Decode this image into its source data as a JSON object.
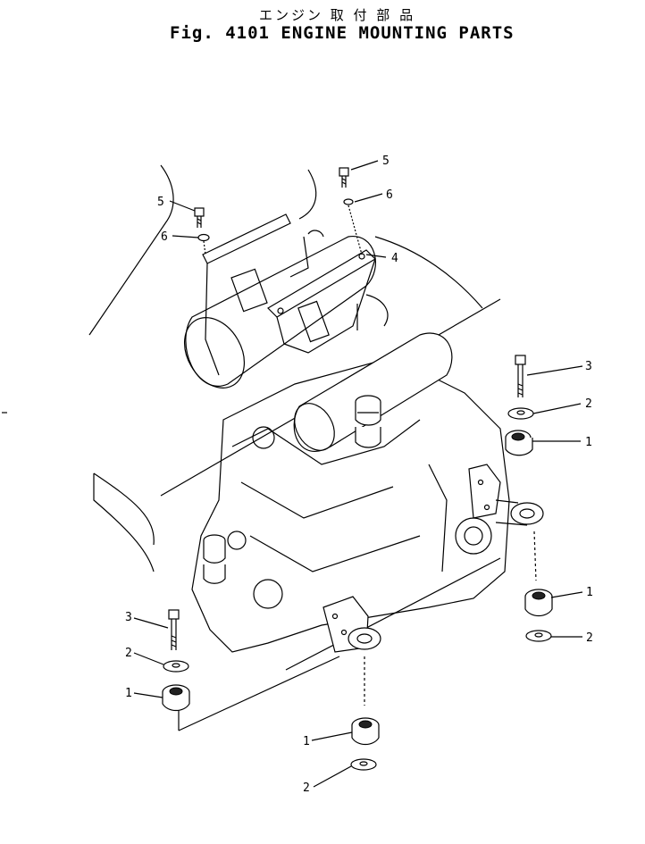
{
  "header": {
    "title_jp": "エンジン 取 付 部 品",
    "title_en": "Fig. 4101 ENGINE MOUNTING PARTS"
  },
  "callouts": {
    "top_bolt_5": "5",
    "top_washer_6": "6",
    "left_bolt_5": "5",
    "left_washer_6": "6",
    "cover_4": "4",
    "right_bolt_3": "3",
    "right_washer_2": "2",
    "right_mount_1": "1",
    "right_lower_mount_1": "1",
    "right_lower_washer_2": "2",
    "left_bolt_3": "3",
    "left_washer_2": "2",
    "left_mount_1": "1",
    "bottom_mount_1": "1",
    "bottom_washer_2": "2"
  }
}
